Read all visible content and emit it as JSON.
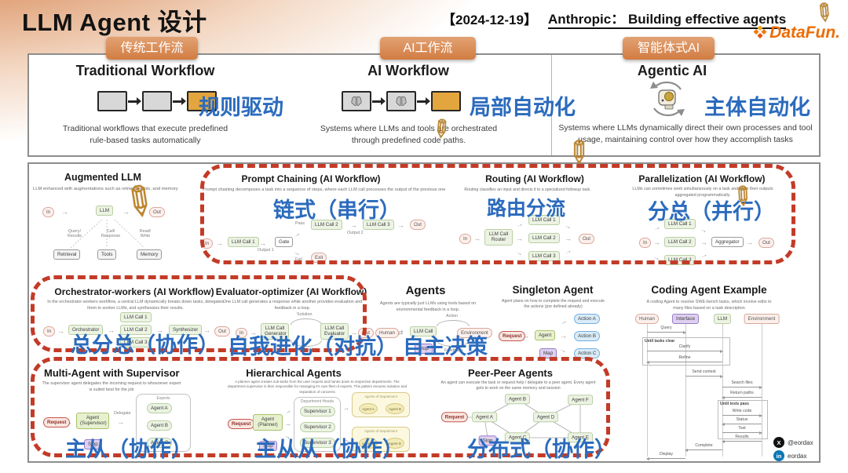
{
  "icons": {
    "pencil": "✎"
  },
  "header": {
    "title": "LLM Agent 设计",
    "date": "【2024-12-19】",
    "source": "Anthropic： Building effective agents",
    "logo": "DataFun."
  },
  "tabs": {
    "t1": "传统工作流",
    "t2": "AI工作流",
    "t3": "智能体式AI"
  },
  "overview": {
    "traditional": {
      "heading": "Traditional Workflow",
      "annotation": "规则驱动",
      "caption": "Traditional workflows that execute predefined rule-based tasks automatically"
    },
    "ai": {
      "heading": "AI Workflow",
      "annotation": "局部自动化",
      "caption": "Systems where LLMs and tools are orchestrated through predefined code paths."
    },
    "agentic": {
      "heading": "Agentic AI",
      "annotation": "主体自动化",
      "caption": "Systems where LLMs dynamically direct their own processes and tool usage, maintaining control over how they accomplish tasks"
    }
  },
  "augmented": {
    "title": "Augmented LLM",
    "subtitle": "LLM enhanced with augmentations such as retrieval, tools, and memory",
    "n_in": "In",
    "n_llm": "LLM",
    "n_out": "Out",
    "n_retrieval": "Retrieval",
    "n_tools": "Tools",
    "n_memory": "Memory",
    "e_query": "Query/ Results",
    "e_call": "Call/ Response",
    "e_read": "Read/ Write"
  },
  "chaining": {
    "title": "Prompt Chaining (AI Workflow)",
    "subtitle": "Prompt chaining decomposes a task into a sequence of steps, where each LLM call processes the output of the previous one",
    "annotation": "链式（串行）",
    "n_in": "In",
    "n_c1": "LLM Call 1",
    "n_gate": "Gate",
    "n_c2": "LLM Call 2",
    "n_c3": "LLM Call 3",
    "n_out": "Out",
    "n_exit": "Exit",
    "e_o1": "Output 1",
    "e_o2": "Output 2",
    "e_pass": "Pass",
    "e_fail": "Fail"
  },
  "routing": {
    "title": "Routing (AI Workflow)",
    "subtitle": "Routing classifies an input and directs it to a specialized followup task.",
    "annotation": "路由分流",
    "n_in": "In",
    "n_router": "LLM Call Router",
    "n_c1": "LLM Call 1",
    "n_c2": "LLM Call 2",
    "n_c3": "LLM Call 3",
    "n_out": "Out"
  },
  "parallel": {
    "title": "Parallelization (AI Workflow)",
    "subtitle": "LLMs can sometimes work simultaneously on a task and have their outputs aggregated programmatically.",
    "annotation": "分总（并行）",
    "n_in": "In",
    "n_c1": "LLM Call 1",
    "n_c2": "LLM Call 2",
    "n_c3": "LLM Call 3",
    "n_agg": "Aggregator",
    "n_out": "Out"
  },
  "orchestrator": {
    "title": "Orchestrator-workers (AI Workflow)",
    "subtitle": "In the orchestrator-workers workflow, a central LLM dynamically breaks down tasks, delegates them to worker LLMs, and synthesizes their results.",
    "annotation": "总分总（协作）",
    "n_in": "In",
    "n_orch": "Orchestrator",
    "n_c1": "LLM Call 1",
    "n_c2": "LLM Call 2",
    "n_c3": "LLM Call 3",
    "n_syn": "Synthesizer",
    "n_out": "Out"
  },
  "evaluator": {
    "title": "Evaluator-optimizer (AI Workflow)",
    "subtitle": "One LLM call generates a response while another provides evaluation and feedback in a loop.",
    "annotation": "自我进化（对抗）",
    "n_in": "In",
    "n_gen": "LLM Call Generator",
    "n_eval": "LLM Call Evaluator",
    "n_out": "Out",
    "e_solution": "Solution",
    "e_feedback": "Feedback"
  },
  "agents": {
    "title": "Agents",
    "subtitle": "Agents are typically just LLMs using tools based on environmental feedback in a loop.",
    "annotation": "自主决策",
    "n_human": "Human",
    "n_llm": "LLM Call",
    "n_env": "Environment",
    "n_stop": "Stop",
    "e_action": "Action",
    "e_feedback": "Feedback"
  },
  "singleton": {
    "title": "Singleton Agent",
    "subtitle": "Agent plans on how to complete the request and execute the actions (pre defined already)",
    "n_req": "Request",
    "n_agent": "Agent",
    "n_a": "Action A",
    "n_b": "Action B",
    "n_c": "Action C",
    "n_map": "Map"
  },
  "coding": {
    "title": "Coding Agent Example",
    "subtitle": "A coding Agent to resolve SWE-bench tasks, which involve edits to many files based on a task description",
    "c_human": "Human",
    "c_interface": "Interface",
    "c_llm": "LLM",
    "c_env": "Environment",
    "m_query": "Query",
    "m_loop1": "Until tasks clear",
    "m_clarify": "Clarify",
    "m_refine": "Refine",
    "m_context": "Send context",
    "m_search": "Search files",
    "m_paths": "Return paths",
    "m_loop2": "Until tests pass",
    "m_write": "Write code",
    "m_status": "Status",
    "m_test": "Test",
    "m_results": "Results",
    "m_complete": "Complete",
    "m_display": "Display"
  },
  "multi": {
    "title": "Multi-Agent with Supervisor",
    "subtitle": "The supervisor agent delegates the incoming request to whosoever expert is suited best for the job",
    "annotation": "主从（协作）",
    "n_req": "Request",
    "n_sup": "Agent (Supervisor)",
    "n_experts": "Experts",
    "n_a": "Agent A",
    "n_b": "Agent B",
    "n_c": "Agent C",
    "n_stop": "Stop",
    "e_delegate": "Delegate"
  },
  "hier": {
    "title": "Hierarchical Agents",
    "subtitle": "A planner agent creates sub-tasks from the user request and hands down to respective departments. The department supervisor is then responsible for managing it's own fleet of experts. This pattern ensures isolation and separation of concerns",
    "annotation": "主从从（协作）",
    "n_req": "Request",
    "n_planner": "Agent (Planner)",
    "n_heads": "Department Heads",
    "n_s1": "Supervisor 1",
    "n_s2": "Supervisor 2",
    "n_s3": "Supervisor 3",
    "n_dept1": "Agents of Department",
    "n_a": "Agent A",
    "n_b": "Agent B",
    "n_dept2": "Agents of Department",
    "n_c": "Agent C",
    "n_d": "Agent D",
    "n_stop": "Stop"
  },
  "peer": {
    "title": "Peer-Peer Agents",
    "subtitle": "An agent can execute the task or request help / delegate to a peer agent. Every agent gets to work on the same memory and session",
    "annotation": "分布式（协作）",
    "n_req": "Request",
    "n_a": "Agent A",
    "n_b": "Agent B",
    "n_c": "Agent C",
    "n_d": "Agent D",
    "n_e": "Agent E",
    "n_f": "Agent F",
    "n_stop": "Stop"
  },
  "social": {
    "x_icon": "X",
    "x": "@eordax",
    "li_icon": "in",
    "li": "eordax"
  }
}
